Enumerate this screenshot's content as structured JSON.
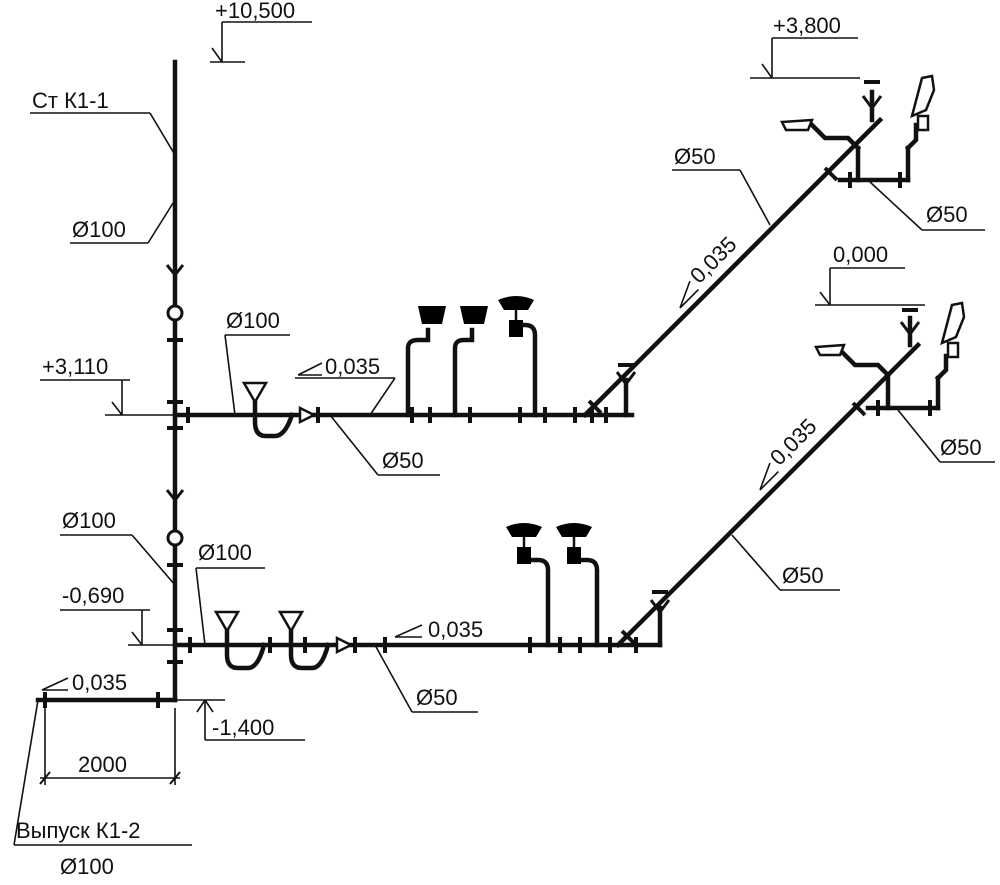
{
  "diagram": {
    "colors": {
      "line": "#111111",
      "background": "#ffffff"
    },
    "labels": {
      "riser": "Ст К1-1",
      "riser_diameter": "Ø100",
      "elev_top": "+10,500",
      "elev_floor2": "+3,110",
      "elev_floor1": "-0,690",
      "elev_outlet": "-1,400",
      "elev_upper_branch": "+3,800",
      "elev_lower_branch": "0,000",
      "floor2_d100": "Ø100",
      "floor2_slope": "0,035",
      "floor2_d50": "Ø50",
      "floor2_incline_d50": "Ø50",
      "floor2_incline_slope": "0,035",
      "floor2_end_d50": "Ø50",
      "floor1_riser_d100": "Ø100",
      "floor1_d100": "Ø100",
      "floor1_slope": "0,035",
      "floor1_d50": "Ø50",
      "floor1_incline_slope": "0,035",
      "floor1_incline_d50": "Ø50",
      "floor1_end_d50": "Ø50",
      "outlet_slope": "0,035",
      "outlet_length": "2000",
      "outlet_name": "Выпуск К1-2",
      "outlet_diameter": "Ø100"
    }
  }
}
